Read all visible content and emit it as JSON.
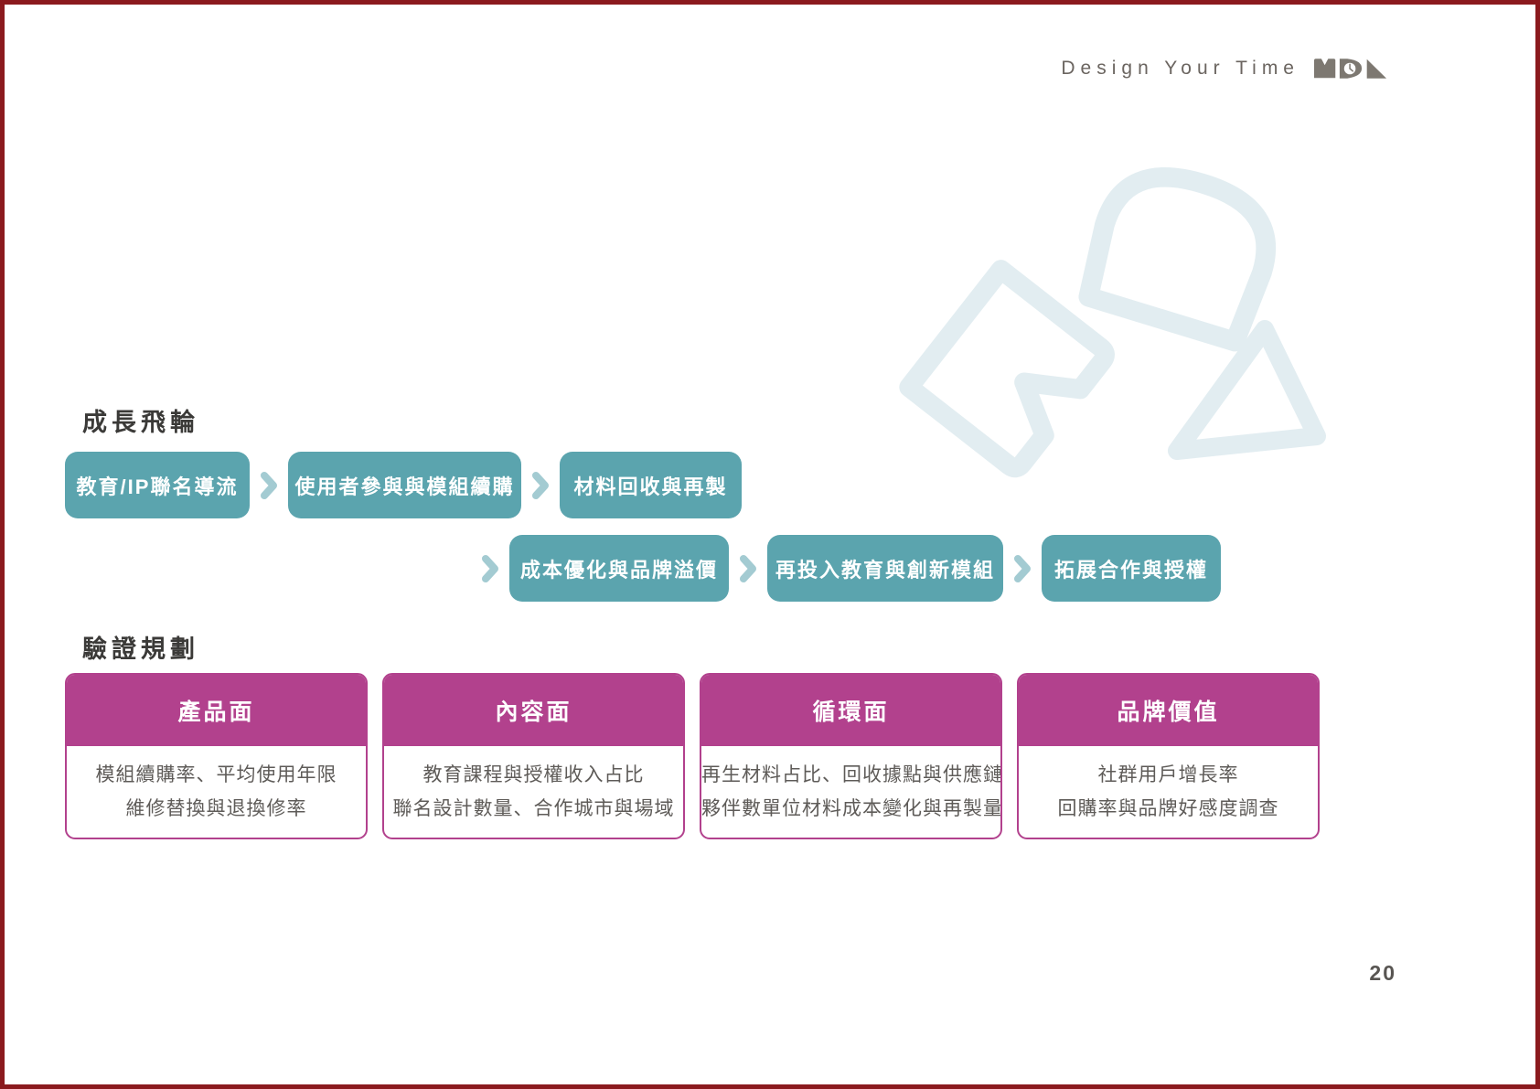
{
  "page": {
    "number": "20"
  },
  "brand": {
    "text": "Design Your Time",
    "logo": "mdl-mark-logo"
  },
  "flywheel": {
    "heading": "成長飛輪",
    "row1": [
      "教育/IP聯名導流",
      "使用者參與與模組續購",
      "材料回收與再製"
    ],
    "row2": [
      "成本優化與品牌溢價",
      "再投入教育與創新模組",
      "拓展合作與授權"
    ]
  },
  "validation": {
    "heading": "驗證規劃",
    "cards": [
      {
        "title": "產品面",
        "lines": [
          "模組續購率、平均使用年限",
          "維修替換與退換修率"
        ]
      },
      {
        "title": "內容面",
        "lines": [
          "教育課程與授權收入占比",
          "聯名設計數量、合作城市與場域"
        ]
      },
      {
        "title": "循環面",
        "lines": [
          "再生材料占比、回收據點與供應鏈",
          "夥伴數單位材料成本變化與再製量"
        ]
      },
      {
        "title": "品牌價值",
        "lines": [
          "社群用戶增長率",
          "回購率與品牌好感度調查"
        ]
      }
    ]
  },
  "icons": {
    "step_separator": "chevron-right-icon",
    "background": [
      "chevron-outline-shape",
      "arch-outline-shape",
      "triangle-outline-shape"
    ]
  },
  "colors": {
    "teal": "#5ba4ae",
    "arrow_teal": "#a3cbd2",
    "magenta": "#b2418d",
    "frame_maroon": "#8b1a1e",
    "bg_shape_blue": "#e2edf1",
    "heading_gray": "#3b3a38",
    "body_gray": "#5e5b58",
    "brand_gray": "#6b6560"
  }
}
